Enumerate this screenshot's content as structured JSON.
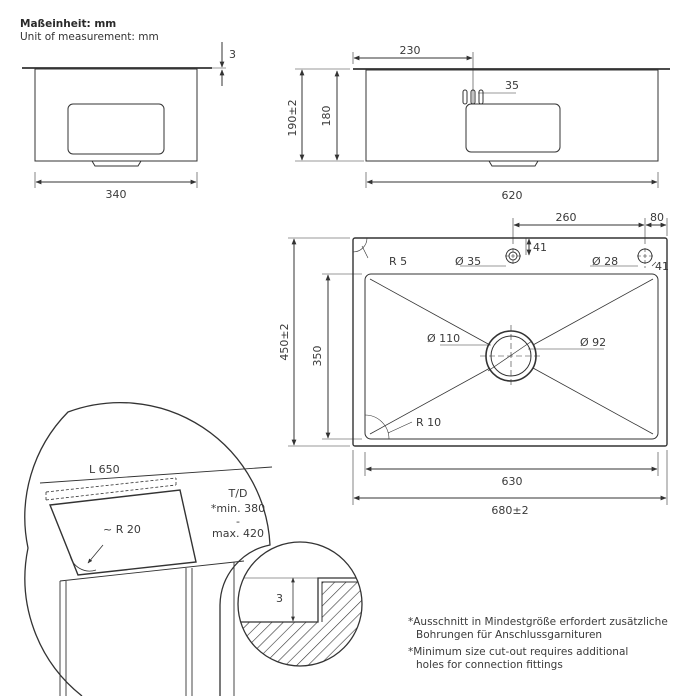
{
  "header": {
    "unit_de": "Maßeinheit: mm",
    "unit_en": "Unit of measurement: mm"
  },
  "side_view": {
    "thickness": "3",
    "width": "340"
  },
  "front_view": {
    "offset": "230",
    "tap_offset": "35",
    "height_total": "190±2",
    "height_inner": "180",
    "width": "620"
  },
  "top_view": {
    "dist_260": "260",
    "dist_80": "80",
    "hole_offset_a": "41",
    "hole_offset_b": "41",
    "corner_radius_outer": "R 5",
    "hole_small": "Ø 35",
    "hole_tap": "Ø 28",
    "drain_outer": "Ø 110",
    "drain_inner": "Ø 92",
    "corner_radius_inner": "R 10",
    "depth_total": "450±2",
    "depth_inner": "350",
    "width_inner": "630",
    "width_total": "680±2"
  },
  "detail": {
    "length": "L 650",
    "radius": "~ R 20",
    "td_label": "T/D",
    "td_min": "*min. 380",
    "td_dash": "-",
    "td_max": "max. 420",
    "edge": "3"
  },
  "notes": {
    "de_1": "*Ausschnitt in Mindestgröße erfordert zusätzliche",
    "de_2": "Bohrungen für Anschlussgarnituren",
    "en_1": "*Minimum size cut-out requires additional",
    "en_2": "holes for connection fittings"
  }
}
